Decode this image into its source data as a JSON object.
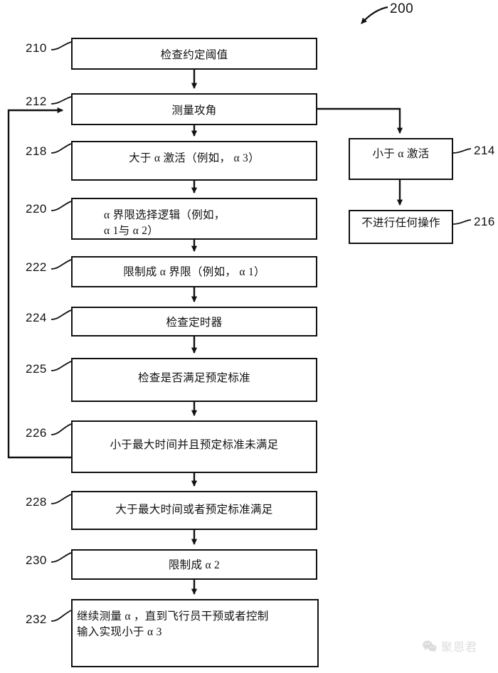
{
  "figure": {
    "label": "200",
    "type": "patent-flowchart"
  },
  "nodes": [
    {
      "ref": "210",
      "text": "检查约定阈值",
      "align": "center",
      "pad_top": 12
    },
    {
      "ref": "212",
      "text": "测量攻角",
      "align": "center",
      "pad_top": 12
    },
    {
      "ref": "214",
      "text": "小于 α 激活",
      "align": "center",
      "pad_top": 10
    },
    {
      "ref": "216",
      "text": "不进行任何操作",
      "align": "center",
      "pad_top": 6
    },
    {
      "ref": "218",
      "text": "大于 α 激活（例如， α 3）",
      "align": "center",
      "pad_top": 12
    },
    {
      "ref": "220",
      "text": "α 界限选择逻辑（例如，\nα 1与 α 2）",
      "align": "left",
      "pad_top": 12
    },
    {
      "ref": "222",
      "text": "限制成 α 界限（例如， α 1）",
      "align": "center",
      "pad_top": 10
    },
    {
      "ref": "224",
      "text": "检查定时器",
      "align": "center",
      "pad_top": 10
    },
    {
      "ref": "225",
      "text": "检查是否满足预定标准",
      "align": "center",
      "pad_top": 16
    },
    {
      "ref": "226",
      "text": "小于最大时间并且预定标准未满足",
      "align": "center",
      "pad_top": 22
    },
    {
      "ref": "228",
      "text": "大于最大时间或者预定标准满足",
      "align": "center",
      "pad_top": 14
    },
    {
      "ref": "230",
      "text": "限制成 α 2",
      "align": "center",
      "pad_top": 10
    },
    {
      "ref": "232",
      "text": "继续测量 α ，直到飞行员干预或者控制\n输入实现小于 α 3",
      "align": "left",
      "pad_top": 12
    }
  ],
  "watermark": {
    "text": "聚恩君",
    "icon": "wechat-icon"
  },
  "colors": {
    "stroke": "#111111",
    "fill": "#ffffff",
    "text": "#111111",
    "watermark": "#8d8d8d"
  }
}
